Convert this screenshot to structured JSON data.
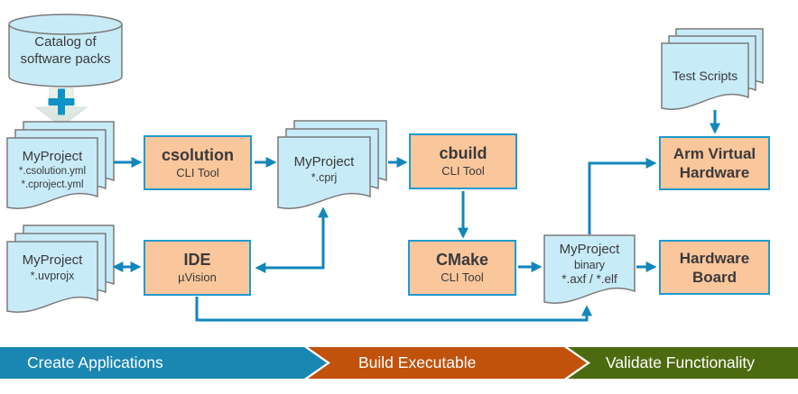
{
  "diagram": {
    "catalog": {
      "label_line1": "Catalog of",
      "label_line2": "software packs"
    },
    "plus_icon": "+",
    "documents": {
      "solution": {
        "title": "MyProject",
        "line1": "*.csolution.yml",
        "line2": "*.cproject.yml"
      },
      "cprj": {
        "title": "MyProject",
        "line1": "*.cprj"
      },
      "uvprojx": {
        "title": "MyProject",
        "line1": "*.uvprojx"
      },
      "binary": {
        "title": "MyProject",
        "line1": "binary",
        "line2": "*.axf / *.elf"
      },
      "test_scripts": {
        "title": "Test Scripts"
      }
    },
    "tools": {
      "csolution": {
        "title": "csolution",
        "subtitle": "CLI Tool"
      },
      "cbuild": {
        "title": "cbuild",
        "subtitle": "CLI Tool"
      },
      "cmake": {
        "title": "CMake",
        "subtitle": "CLI Tool"
      },
      "ide": {
        "title": "IDE",
        "subtitle": "µVision"
      },
      "avh": {
        "title": "Arm Virtual Hardware"
      },
      "hardware_board": {
        "title": "Hardware Board"
      }
    }
  },
  "banner": {
    "phases": [
      {
        "label": "Create Applications",
        "color": "#1A87B2"
      },
      {
        "label": "Build Executable",
        "color": "#C0520C"
      },
      {
        "label": "Validate Functionality",
        "color": "#4C6B10"
      }
    ]
  },
  "colors": {
    "document_fill": "#C8EBF8",
    "document_border": "#7A7A7A",
    "tool_fill": "#FAC69C",
    "tool_border": "#1E9BD0",
    "connector": "#1186BB",
    "plus": "#0D93C6"
  }
}
